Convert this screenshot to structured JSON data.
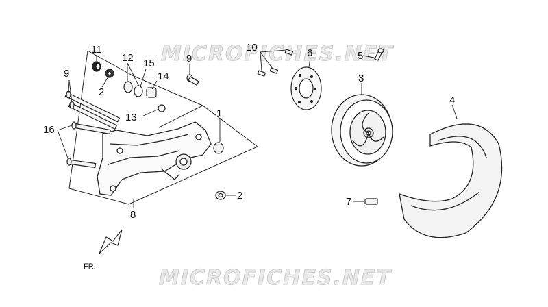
{
  "diagram": {
    "watermark": "MICROFICHES.NET",
    "direction_label": "FR.",
    "callouts": {
      "c1": "1",
      "c2a": "2",
      "c2b": "2",
      "c3": "3",
      "c4": "4",
      "c5": "5",
      "c6": "6",
      "c7": "7",
      "c8": "8",
      "c9a": "9",
      "c9b": "9",
      "c10": "10",
      "c11": "11",
      "c12": "12",
      "c13": "13",
      "c14": "14",
      "c15": "15",
      "c16": "16"
    }
  }
}
